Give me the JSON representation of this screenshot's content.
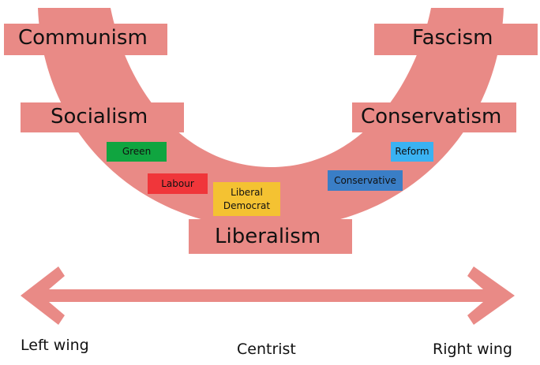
{
  "colors": {
    "shape": "#e98a86",
    "text": "#111111"
  },
  "ideologies": {
    "communism": "Communism",
    "fascism": "Fascism",
    "socialism": "Socialism",
    "conservatism": "Conservatism",
    "liberalism": "Liberalism"
  },
  "parties": {
    "green": {
      "label": "Green",
      "color": "#10a540"
    },
    "labour": {
      "label": "Labour",
      "color": "#f0363a"
    },
    "liberal_democrat": {
      "label": "Liberal\nDemocrat",
      "color": "#f4c232"
    },
    "conservative": {
      "label": "Conservative",
      "color": "#3a7ec6"
    },
    "reform": {
      "label": "Reform",
      "color": "#3ab2f2"
    }
  },
  "axis": {
    "left": "Left wing",
    "center": "Centrist",
    "right": "Right wing"
  }
}
